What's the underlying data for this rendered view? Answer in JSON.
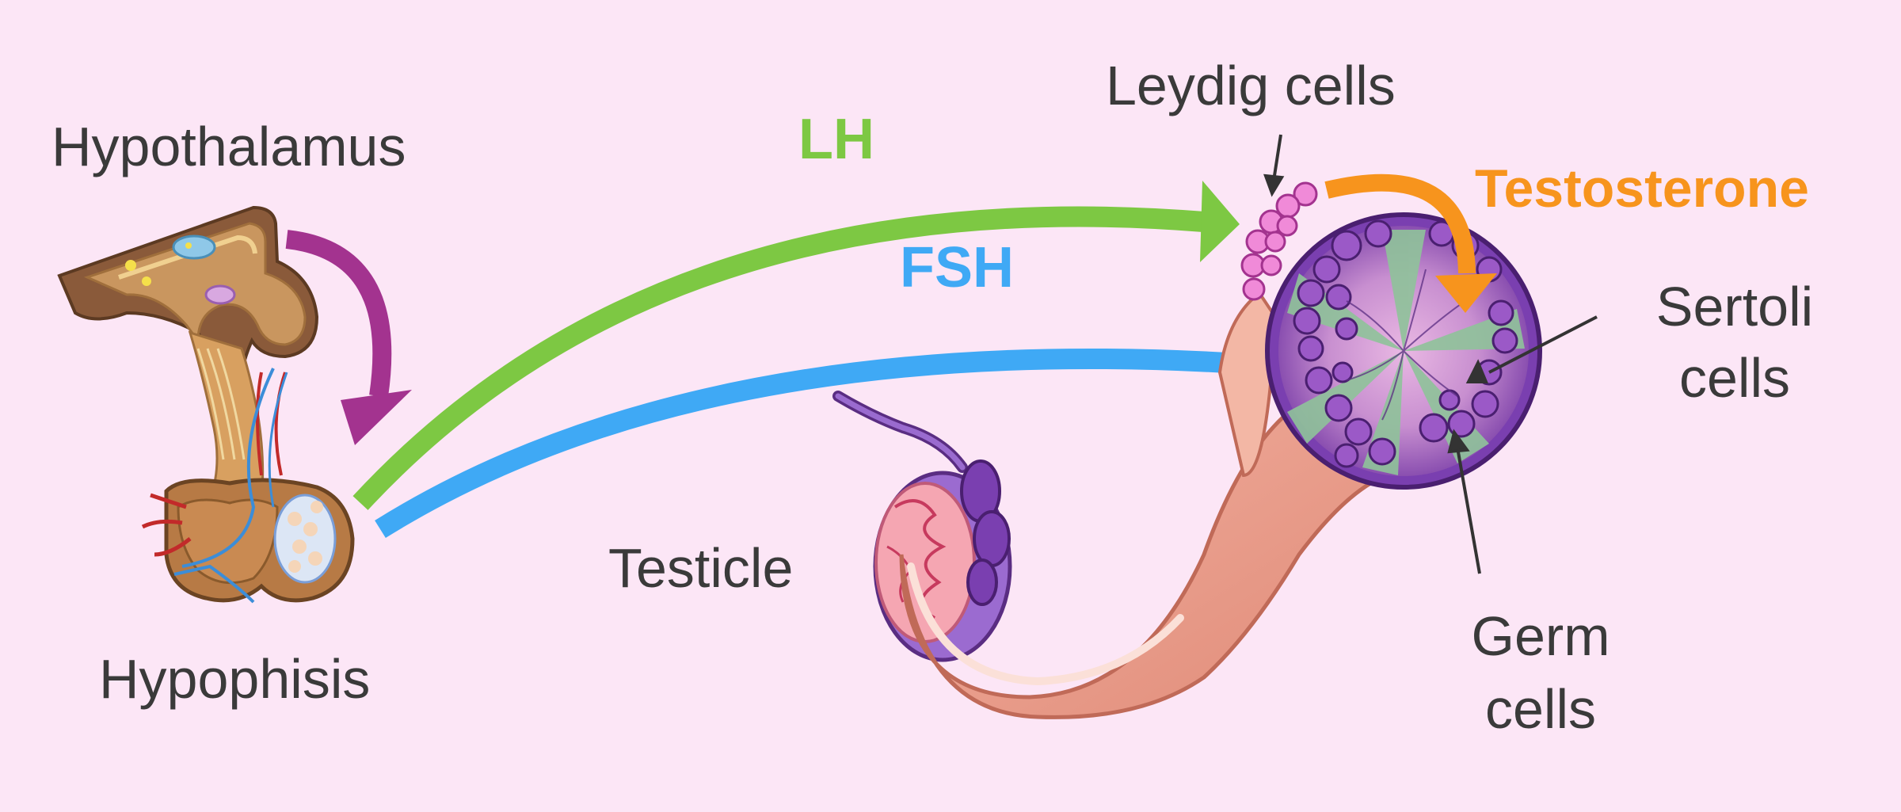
{
  "labels": {
    "hypothalamus": "Hypothalamus",
    "hypophisis": "Hypophisis",
    "lh": "LH",
    "fsh": "FSH",
    "testicle": "Testicle",
    "leydig_cells": "Leydig cells",
    "testosterone": "Testosterone",
    "sertoli_line1": "Sertoli",
    "sertoli_line2": "cells",
    "germ_line1": "Germ",
    "germ_line2": "cells"
  },
  "colors": {
    "background": "#fce6f6",
    "lh_arrow": "#7dc843",
    "fsh_arrow": "#3fa9f5",
    "testosterone_arrow": "#f7941d",
    "hypothalamus_arrow": "#a3338f",
    "text": "#3a3a3a"
  }
}
